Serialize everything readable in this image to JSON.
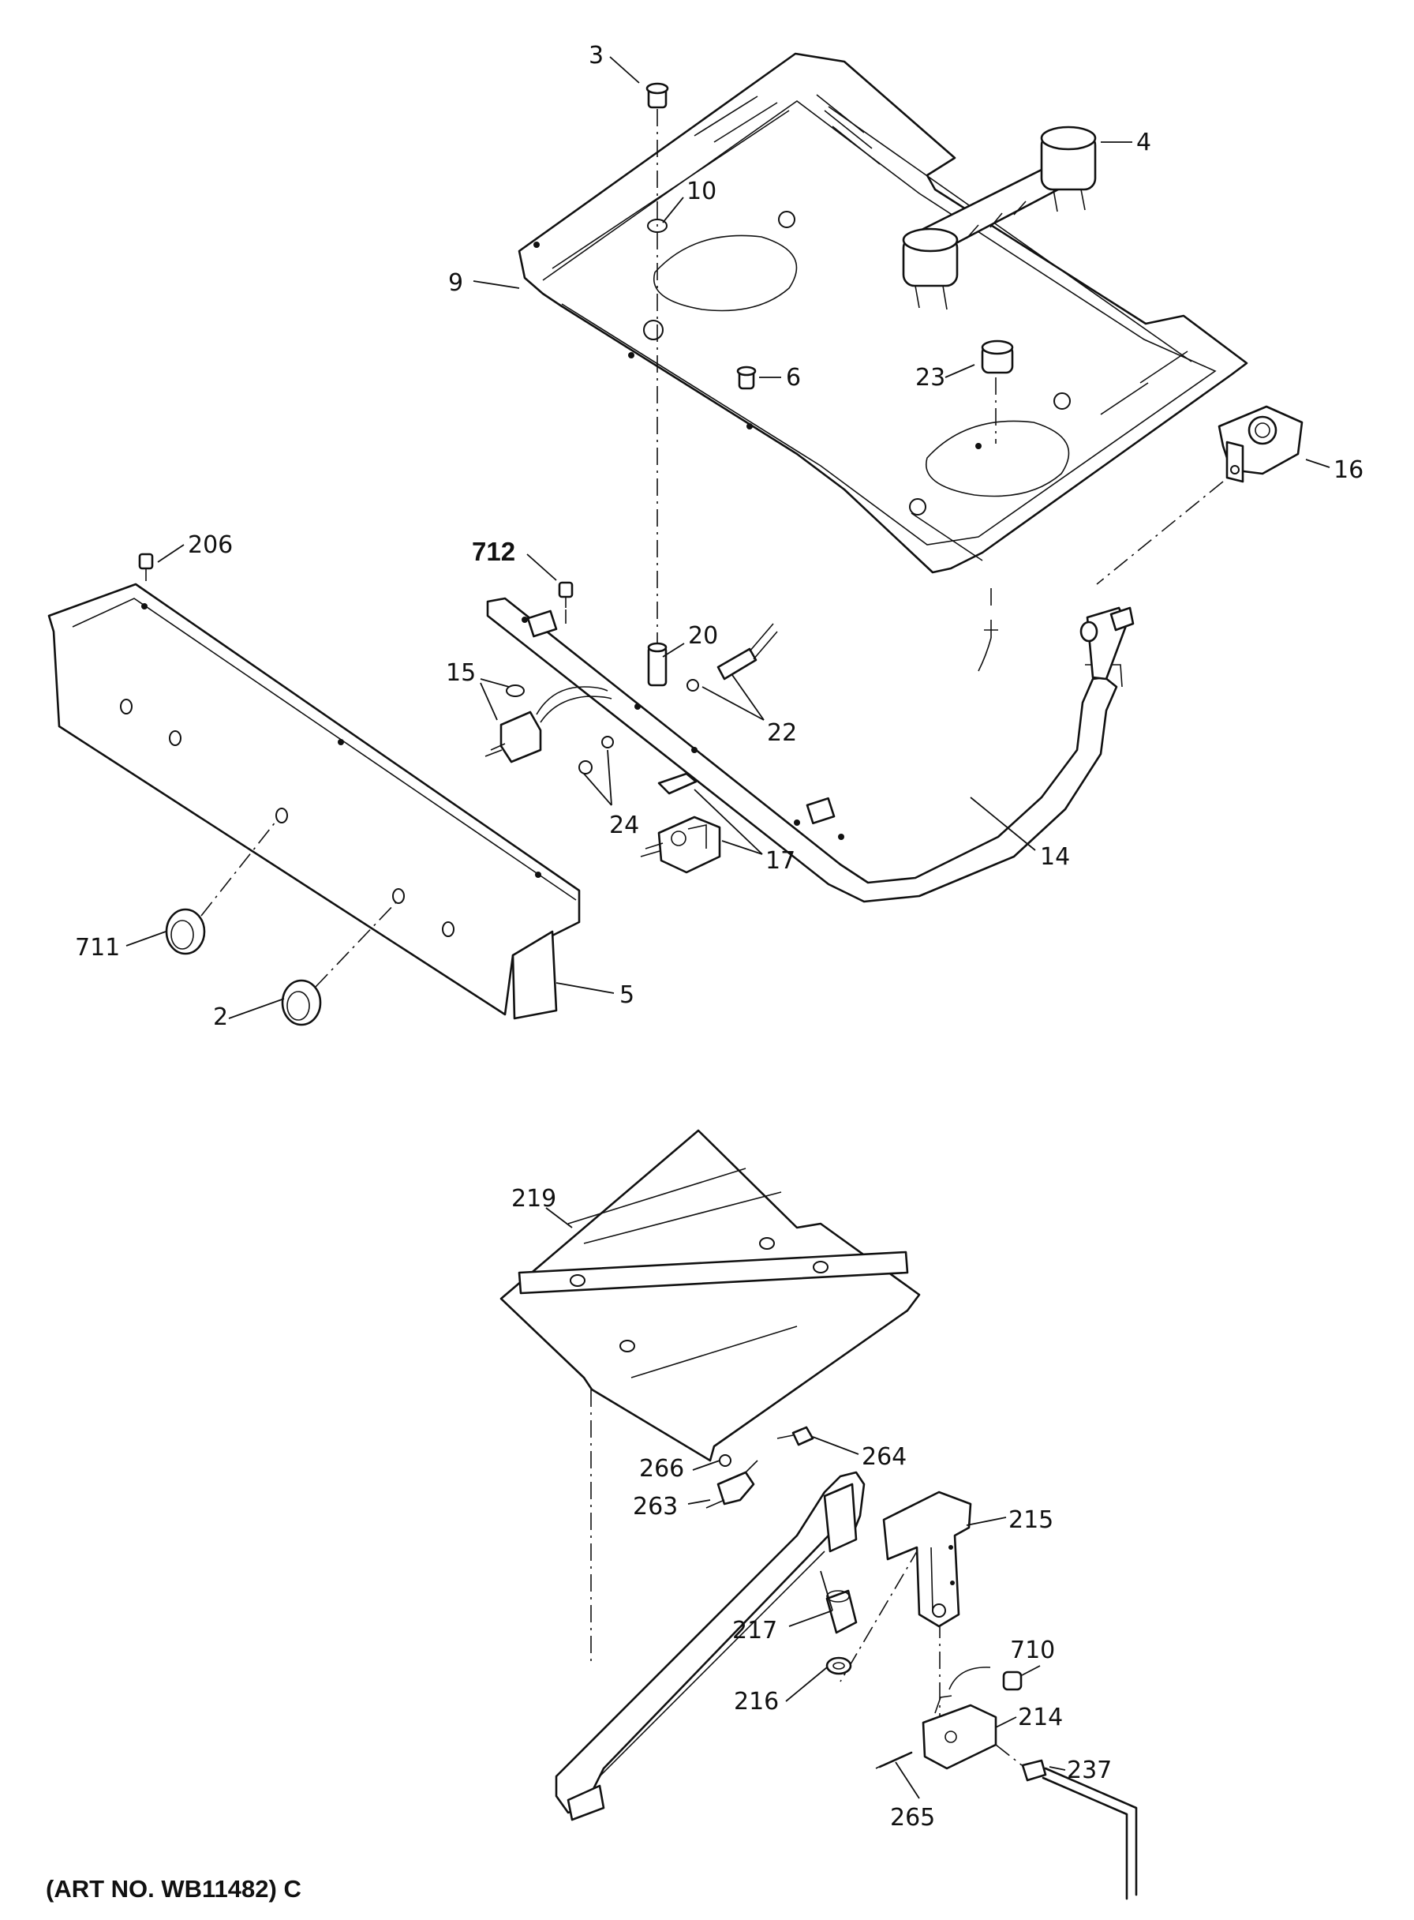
{
  "labels": {
    "l3": "3",
    "l4": "4",
    "l10": "10",
    "l9": "9",
    "l6": "6",
    "l23": "23",
    "l16": "16",
    "l206": "206",
    "l712": "712",
    "l20": "20",
    "l15": "15",
    "l22": "22",
    "l24": "24",
    "l17": "17",
    "l14": "14",
    "l711": "711",
    "l2": "2",
    "l5": "5",
    "l219": "219",
    "l264": "264",
    "l266": "266",
    "l263": "263",
    "l215": "215",
    "l217": "217",
    "l216": "216",
    "l710": "710",
    "l214": "214",
    "l237": "237",
    "l265": "265"
  },
  "footer": {
    "art_number": "(ART NO. WB11482) C"
  },
  "colors": {
    "ink": "#111111",
    "paper": "#ffffff"
  }
}
